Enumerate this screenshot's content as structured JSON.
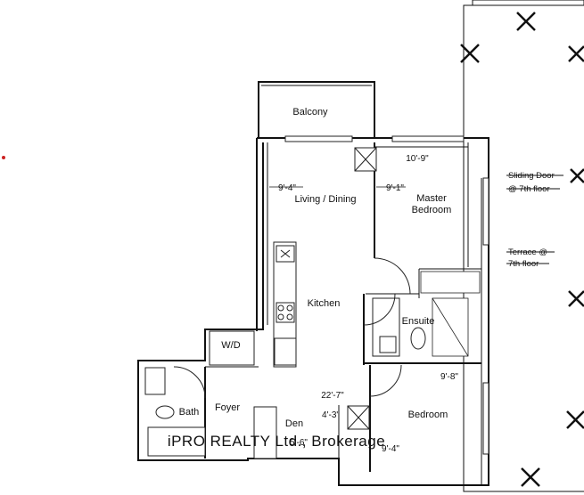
{
  "rooms": {
    "balcony": "Balcony",
    "living": "Living / Dining",
    "master_line1": "Master",
    "master_line2": "Bedroom",
    "kitchen": "Kitchen",
    "ensuite": "Ensuite",
    "wd": "W/D",
    "bath": "Bath",
    "foyer": "Foyer",
    "den": "Den",
    "bedroom": "Bedroom"
  },
  "dimensions": {
    "master_width": "10'-9\"",
    "living_left": "9'-4\"",
    "living_right": "9'-1\"",
    "bedroom_width": "9'-8\"",
    "overall": "22'-7\"",
    "den_a": "4'-3\"",
    "den_b": "5'-6\"",
    "bedroom_depth": "9'-4\""
  },
  "annotations": {
    "sliding_1": "Sliding Door",
    "sliding_2": "@ 7th floor",
    "terrace_1": "Terrace @",
    "terrace_2": "7th floor"
  },
  "watermark": "iPRO REALTY Ltd., Brokerage",
  "colors": {
    "wall": "#111111",
    "watermark": "#cfcfcf",
    "marker": "#cc2222"
  }
}
